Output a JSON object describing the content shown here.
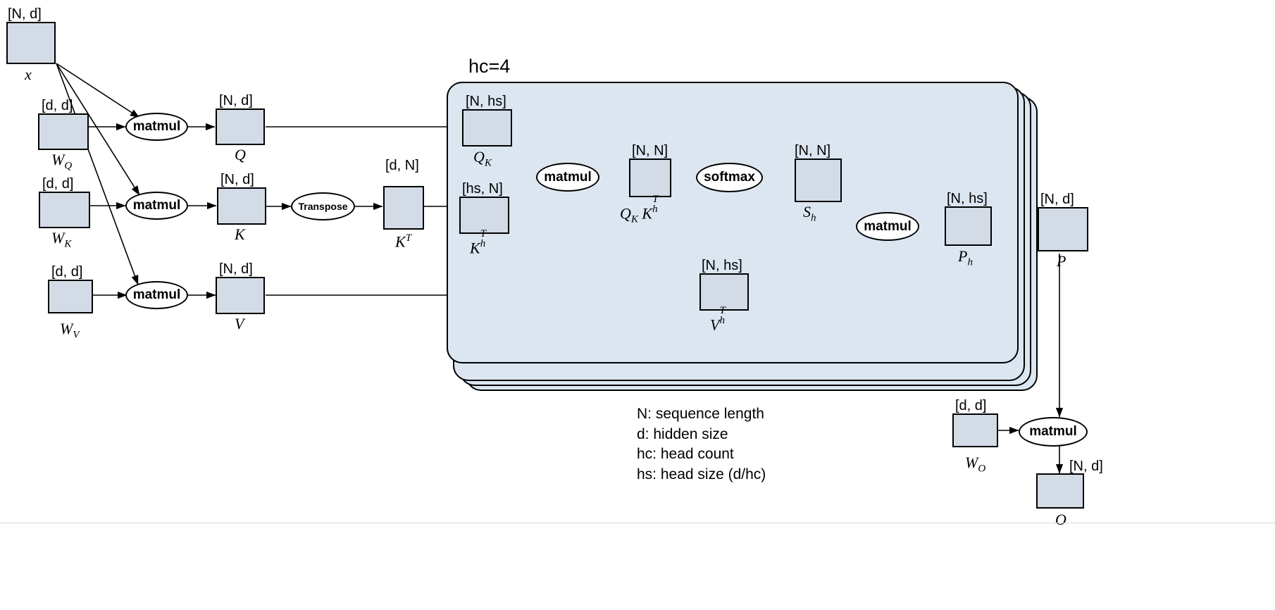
{
  "diagram": {
    "title_label": "hc=4",
    "legend": [
      "N: sequence length",
      "d: hidden size",
      "hc: head count",
      "hs: head size (d/hc)"
    ],
    "colors": {
      "tensor_fill": "#d3dbe6",
      "head_box_fill": "#dce6f1",
      "stroke": "#000000",
      "op_fill": "#ffffff"
    },
    "tensors": {
      "x": {
        "shape": "[N, d]",
        "name": "x"
      },
      "wq": {
        "shape": "[d, d]",
        "name": "W",
        "sub": "Q"
      },
      "wk": {
        "shape": "[d, d]",
        "name": "W",
        "sub": "K"
      },
      "wv": {
        "shape": "[d, d]",
        "name": "W",
        "sub": "V"
      },
      "q": {
        "shape": "[N, d]",
        "name": "Q"
      },
      "k": {
        "shape": "[N, d]",
        "name": "K"
      },
      "v": {
        "shape": "[N, d]",
        "name": "V"
      },
      "kt": {
        "shape": "[d, N]",
        "name": "K",
        "sup": "T"
      },
      "qk": {
        "shape": "[N, hs]",
        "name": "Q",
        "sub": "K"
      },
      "kht": {
        "shape": "[hs, N]",
        "name": "K",
        "sub": "h",
        "sup": "T"
      },
      "qkkht": {
        "shape": "[N, N]",
        "name": "Q",
        "sub": "K",
        "name2": "K",
        "sub2": "h",
        "sup2": "T"
      },
      "sh": {
        "shape": "[N, N]",
        "name": "S",
        "sub": "h"
      },
      "vht": {
        "shape": "[N, hs]",
        "name": "V",
        "sub": "h",
        "sup": "T"
      },
      "ph": {
        "shape": "[N, hs]",
        "name": "P",
        "sub": "h"
      },
      "p": {
        "shape": "[N, d]",
        "name": "P"
      },
      "wo": {
        "shape": "[d, d]",
        "name": "W",
        "sub": "O"
      },
      "o": {
        "shape": "[N, d]",
        "name": "O"
      }
    },
    "ops": {
      "matmul_q": "matmul",
      "matmul_k": "matmul",
      "matmul_v": "matmul",
      "transpose": "Transpose",
      "matmul_qk": "matmul",
      "softmax": "softmax",
      "matmul_sv": "matmul",
      "matmul_out": "matmul"
    }
  }
}
